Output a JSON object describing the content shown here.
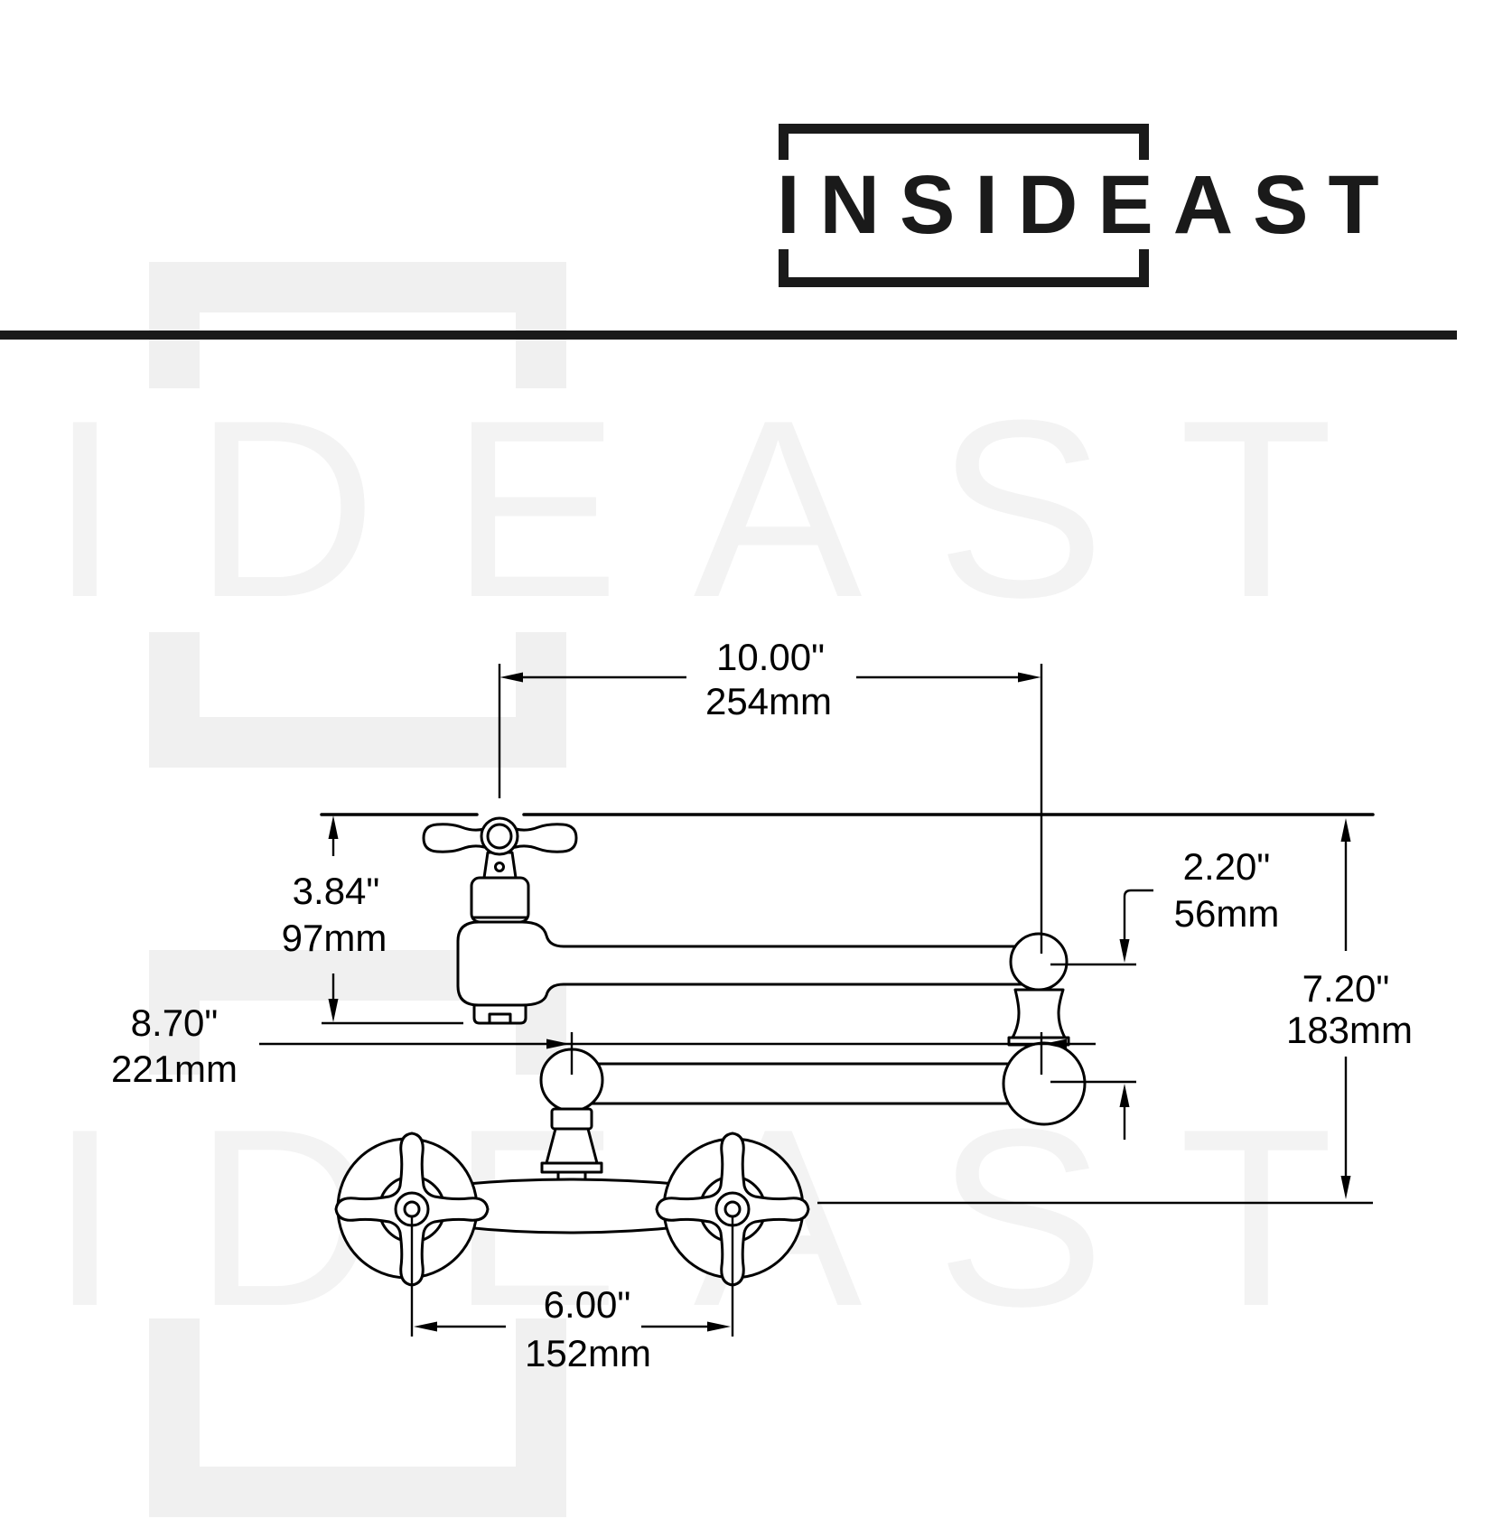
{
  "brand": {
    "logo_text": "INSIDEAST"
  },
  "watermark": {
    "text": "IDEAST"
  },
  "drawing": {
    "subject": "wall-mount swing-spout faucet technical drawing"
  },
  "dimensions": {
    "spout_span": {
      "in": "10.00\"",
      "mm": "254mm"
    },
    "spout_height": {
      "in": "3.84\"",
      "mm": "97mm"
    },
    "joint_offset": {
      "in": "2.20\"",
      "mm": "56mm"
    },
    "outlet_reach": {
      "in": "8.70\"",
      "mm": "221mm"
    },
    "overall_height": {
      "in": "7.20\"",
      "mm": "183mm"
    },
    "handle_centers": {
      "in": "6.00\"",
      "mm": "152mm"
    }
  },
  "colors": {
    "line": "#000000",
    "logo": "#1a1a1a",
    "watermark_text": "#f3f3f3",
    "watermark_frame": "#f0f0f0",
    "background": "#ffffff"
  }
}
